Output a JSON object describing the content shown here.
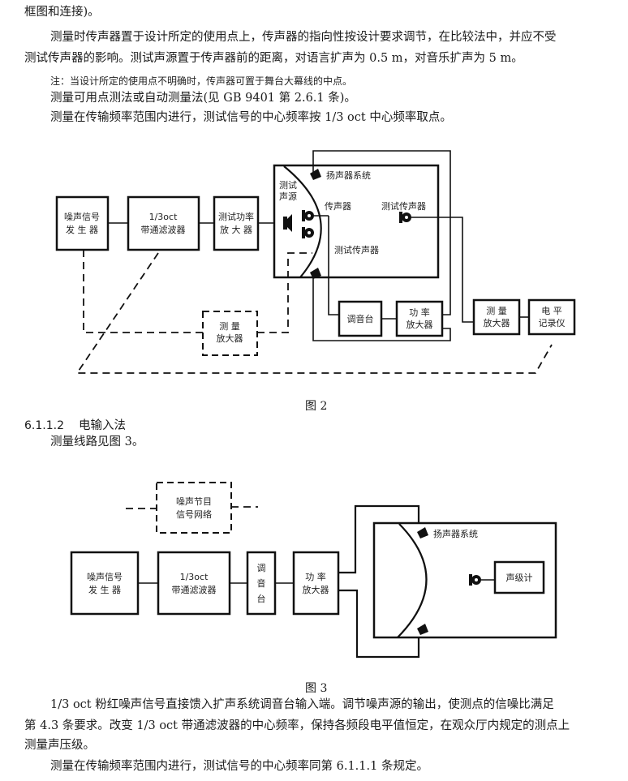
{
  "document": {
    "paragraphs_top": [
      "框图和连接)。",
      "测量时传声器置于设计所定的使用点上，传声器的指向性按设计要求调节，在比较法中，并应不受",
      "测试传声器的影响。测试声源置于传声器前的距离，对语言扩声为 0.5 m，对音乐扩声为 5 m。"
    ],
    "note": "注：当设计所定的使用点不明确时，传声器可置于舞台大幕线的中点。",
    "paragraph_method": "测量可用点测法或自动测量法(见 GB 9401 第 2.6.1 条)。",
    "paragraph_freq": "测量在传输频率范围内进行，测试信号的中心频率按 1/3 oct 中心频率取点。",
    "figure2": {
      "caption": "图 2",
      "blocks": {
        "noise_gen": [
          "噪声信号",
          "发 生 器"
        ],
        "filter": [
          "1/3oct",
          "带通滤波器"
        ],
        "test_amp": [
          "测试功率",
          "放 大 器"
        ],
        "meas_amp": [
          "测  量",
          "放大器"
        ],
        "mixer": "调音台",
        "power_amp": [
          "功  率",
          "放大器"
        ],
        "meas_amp2": [
          "测  量",
          "放大器"
        ],
        "level_rec": [
          "电  平",
          "记录仪"
        ]
      },
      "labels": {
        "test_source": [
          "测试",
          "声源"
        ],
        "speaker_system": "扬声器系统",
        "microphone": "传声器",
        "test_mic": "测试传声器",
        "test_mic2": "测试传声器"
      }
    },
    "section": {
      "number": "6.1.1.2",
      "title": "电输入法",
      "text": "测量线路见图 3。"
    },
    "figure3": {
      "caption": "图 3",
      "blocks": {
        "program_source": [
          "噪声节目",
          "信号网络"
        ],
        "noise_gen": [
          "噪声信号",
          "发 生 器"
        ],
        "filter": [
          "1/3oct",
          "带通滤波器"
        ],
        "mixer": [
          "调",
          "音",
          "台"
        ],
        "power_amp": [
          "功  率",
          "放大器"
        ],
        "sound_level_meter": "声级计"
      },
      "labels": {
        "speaker_system": "扬声器系统"
      }
    },
    "paragraphs_bottom": [
      "1/3 oct 粉红噪声信号直接馈入扩声系统调音台输入端。调节噪声源的输出，使测点的信噪比满足",
      "第 4.3 条要求。改变 1/3 oct 带通滤波器的中心频率，保持各频段电平值恒定，在观众厅内规定的测点上",
      "测量声压级。",
      "测量在传输频率范围内进行，测试信号的中心频率同第 6.1.1.1 条规定。"
    ]
  }
}
